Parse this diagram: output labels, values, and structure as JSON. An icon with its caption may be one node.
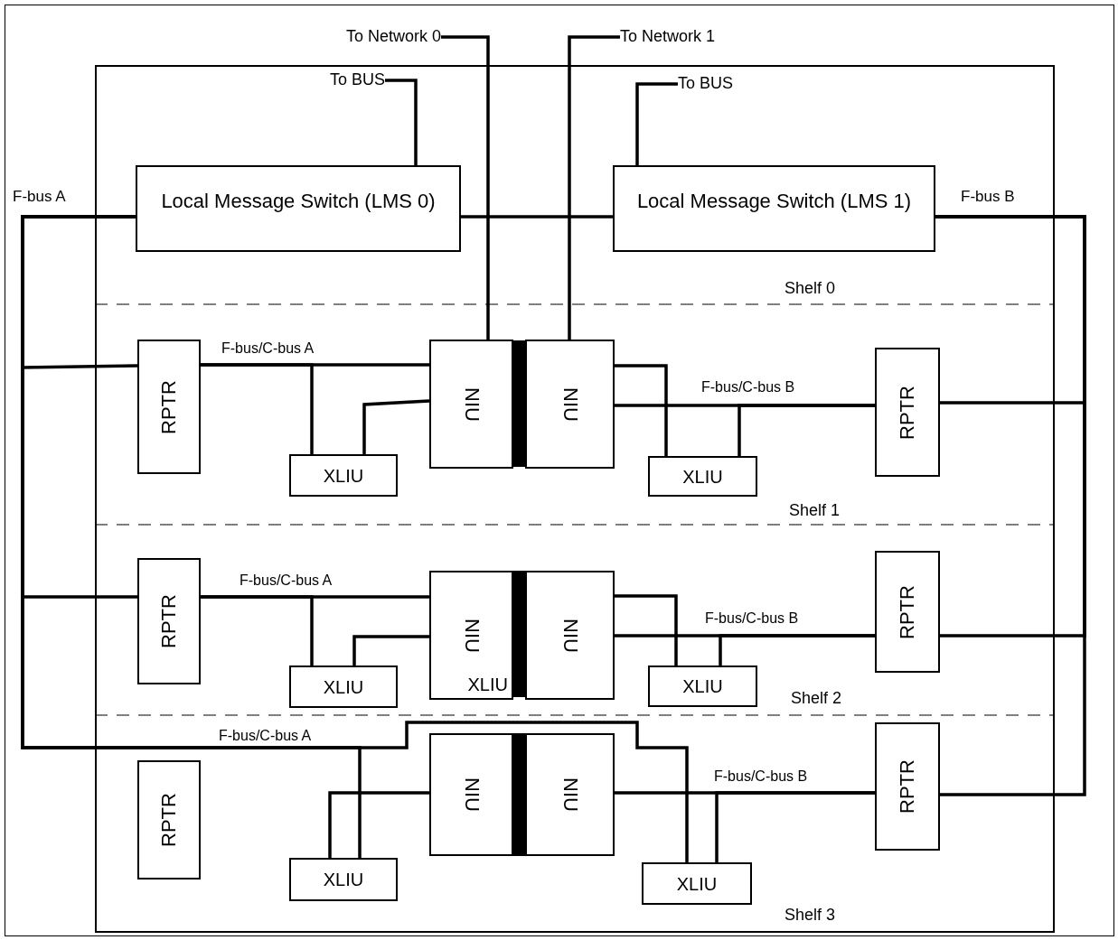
{
  "diagram": {
    "nodes": [
      {
        "text": [
          "To Network 0"
        ]
      },
      {
        "text": [
          "To Network 1"
        ]
      },
      {
        "text": [
          "To BUS"
        ]
      },
      {
        "text": [
          "To BUS"
        ]
      },
      {
        "text": [
          "Local Message Switch (LMS 0)"
        ]
      },
      {
        "text": [
          "Local Message Switch (LMS 1)"
        ]
      },
      {
        "text": [
          "RPTR"
        ]
      },
      {
        "text": [
          "XLIU"
        ]
      },
      {
        "text": [
          "NIU"
        ]
      },
      {
        "text": [
          "NIU"
        ]
      },
      {
        "text": [
          "XLIU"
        ]
      },
      {
        "text": [
          "RPTR"
        ]
      },
      {
        "text": [
          "RPTR"
        ]
      },
      {
        "text": [
          "XLIU"
        ]
      },
      {
        "text": [
          "NIU",
          "XLIU"
        ]
      },
      {
        "text": [
          "NIU"
        ]
      },
      {
        "text": [
          "XLIU"
        ]
      },
      {
        "text": [
          "RPTR"
        ]
      },
      {
        "text": [
          "RPTR"
        ]
      },
      {
        "text": [
          "XLIU"
        ]
      },
      {
        "text": [
          "NIU"
        ]
      },
      {
        "text": [
          "NIU"
        ]
      },
      {
        "text": [
          "XLIU"
        ]
      },
      {
        "text": [
          "RPTR"
        ]
      }
    ],
    "edges": [
      {
        "from": 0,
        "to": 8,
        "arrow": "none"
      },
      {
        "from": 1,
        "to": 9,
        "arrow": "none"
      },
      {
        "from": 2,
        "to": 4,
        "arrow": "none"
      },
      {
        "from": 3,
        "to": 5,
        "arrow": "none"
      },
      {
        "from": 4,
        "to": 5,
        "arrow": "none"
      },
      {
        "from": 4,
        "to": 6,
        "arrow": "none"
      },
      {
        "from": 4,
        "to": 12,
        "arrow": "none"
      },
      {
        "from": 4,
        "to": 19,
        "arrow": "none"
      },
      {
        "from": 4,
        "to": 22,
        "arrow": "none",
        "label": "F-bus/C-bus A"
      },
      {
        "from": 5,
        "to": 11,
        "arrow": "none"
      },
      {
        "from": 5,
        "to": 17,
        "arrow": "none"
      },
      {
        "from": 5,
        "to": 23,
        "arrow": "none"
      },
      {
        "from": 6,
        "to": 8,
        "arrow": "none",
        "label": "F-bus/C-bus A"
      },
      {
        "from": 6,
        "to": 7,
        "arrow": "none"
      },
      {
        "from": 7,
        "to": 8,
        "arrow": "none"
      },
      {
        "from": 8,
        "to": 9,
        "arrow": "none",
        "style": "thick"
      },
      {
        "from": 9,
        "to": 10,
        "arrow": "none"
      },
      {
        "from": 9,
        "to": 11,
        "arrow": "none",
        "label": "F-bus/C-bus B"
      },
      {
        "from": 10,
        "to": 11,
        "arrow": "none"
      },
      {
        "from": 12,
        "to": 14,
        "arrow": "none",
        "label": "F-bus/C-bus A"
      },
      {
        "from": 12,
        "to": 13,
        "arrow": "none"
      },
      {
        "from": 13,
        "to": 14,
        "arrow": "none"
      },
      {
        "from": 14,
        "to": 15,
        "arrow": "none",
        "style": "thick"
      },
      {
        "from": 15,
        "to": 16,
        "arrow": "none"
      },
      {
        "from": 15,
        "to": 17,
        "arrow": "none",
        "label": "F-bus/C-bus B"
      },
      {
        "from": 16,
        "to": 17,
        "arrow": "none"
      },
      {
        "from": 19,
        "to": 20,
        "arrow": "none"
      },
      {
        "from": 20,
        "to": 21,
        "arrow": "none",
        "style": "thick"
      },
      {
        "from": 21,
        "to": 23,
        "arrow": "none",
        "label": "F-bus/C-bus B"
      },
      {
        "from": 22,
        "to": 23,
        "arrow": "none"
      }
    ],
    "labels": [
      "F-bus A",
      "F-bus B",
      "Shelf 0",
      "Shelf 1",
      "Shelf 2",
      "Shelf 3"
    ]
  }
}
